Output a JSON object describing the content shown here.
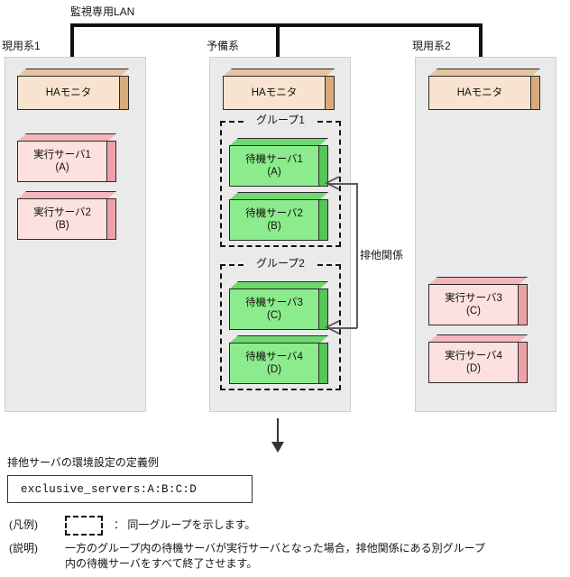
{
  "diagram": {
    "network": {
      "lan_label": "監視専用LAN"
    },
    "systems": [
      {
        "id": "active1",
        "label": "現用系1",
        "nodes": [
          {
            "name": "HAモニタ",
            "sub": "",
            "kind": "ha-monitor"
          },
          {
            "name": "実行サーバ1",
            "sub": "(A)",
            "kind": "active-server"
          },
          {
            "name": "実行サーバ2",
            "sub": "(B)",
            "kind": "active-server"
          }
        ]
      },
      {
        "id": "standby",
        "label": "予備系",
        "nodes": [
          {
            "name": "HAモニタ",
            "sub": "",
            "kind": "ha-monitor"
          }
        ],
        "groups": [
          {
            "label": "グループ1",
            "nodes": [
              {
                "name": "待機サーバ1",
                "sub": "(A)",
                "kind": "standby-server"
              },
              {
                "name": "待機サーバ2",
                "sub": "(B)",
                "kind": "standby-server"
              }
            ]
          },
          {
            "label": "グループ2",
            "nodes": [
              {
                "name": "待機サーバ3",
                "sub": "(C)",
                "kind": "standby-server"
              },
              {
                "name": "待機サーバ4",
                "sub": "(D)",
                "kind": "standby-server"
              }
            ]
          }
        ]
      },
      {
        "id": "active2",
        "label": "現用系2",
        "nodes": [
          {
            "name": "HAモニタ",
            "sub": "",
            "kind": "ha-monitor"
          },
          {
            "name": "実行サーバ3",
            "sub": "(C)",
            "kind": "active-server"
          },
          {
            "name": "実行サーバ4",
            "sub": "(D)",
            "kind": "active-server"
          }
        ]
      }
    ],
    "relation": {
      "label": "排他関係"
    },
    "config": {
      "caption": "排他サーバの環境設定の定義例",
      "code": "exclusive_servers:A:B:C:D"
    },
    "legend": {
      "key_label": "(凡例)",
      "key_text": "： 同一グループを示します。",
      "note_label": "(説明)",
      "note_line1": "一方のグループ内の待機サーバが実行サーバとなった場合，排他関係にある別グループ",
      "note_line2": "内の待機サーバをすべて終了させます。"
    },
    "colors": {
      "panel_bg": "#eaeaea",
      "ha_monitor": "#f7e3cf",
      "active_server": "#fde0e0",
      "standby_server": "#8ceb8c",
      "lan_line": "#111111",
      "relation_line": "#5a5a5a"
    }
  }
}
